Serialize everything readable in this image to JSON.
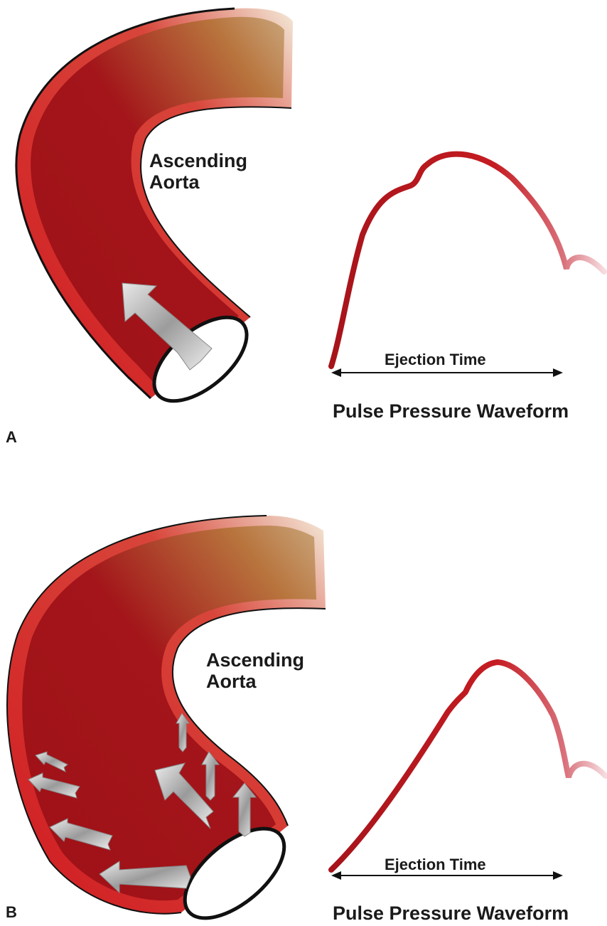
{
  "colors": {
    "vessel_dark": "#a01217",
    "vessel_wall": "#c8191f",
    "vessel_fade": "#c9a57a",
    "waveform": "#b3161c",
    "arrow": "#b5b5b5",
    "text": "#1a1a1a"
  },
  "panels": [
    {
      "letter": "A",
      "aorta_label": [
        "Ascending",
        "Aorta"
      ],
      "ejection_label": "Ejection Time",
      "waveform_title": "Pulse Pressure Waveform",
      "flow": "laminar"
    },
    {
      "letter": "B",
      "aorta_label": [
        "Ascending",
        "Aorta"
      ],
      "ejection_label": "Ejection Time",
      "waveform_title": "Pulse Pressure Waveform",
      "flow": "turbulent"
    }
  ]
}
